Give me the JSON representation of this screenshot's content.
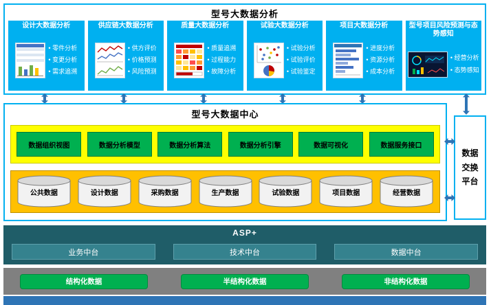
{
  "colors": {
    "panel_cyan": "#00B0F0",
    "border_blue": "#00B0F0",
    "arrow_blue": "#2E74B5",
    "yellow_band": "#FFFF00",
    "orange_band": "#FFC000",
    "green_box": "#00B050",
    "asp_background": "#1F5D68",
    "asp_box_teal": "#35828E",
    "gray_band": "#808080",
    "bottom_bar_blue": "#2E74B5"
  },
  "analysis": {
    "title": "型号大数据分析",
    "panels": [
      {
        "title": "设计大数据分析",
        "items": [
          "零件分析",
          "变更分析",
          "需求追溯"
        ]
      },
      {
        "title": "供应链大数据分析",
        "items": [
          "供方评价",
          "价格预测",
          "风险预测"
        ]
      },
      {
        "title": "质量大数据分析",
        "items": [
          "质量追溯",
          "过程能力",
          "故障分析"
        ]
      },
      {
        "title": "试验大数据分析",
        "items": [
          "试验分析",
          "试验评价",
          "试验鉴定"
        ]
      },
      {
        "title": "项目大数据分析",
        "items": [
          "进度分析",
          "资源分析",
          "成本分析"
        ]
      },
      {
        "title": "型号项目风险预测与态势感知",
        "items": [
          "经营分析",
          "态势感知"
        ]
      }
    ]
  },
  "data_center": {
    "title": "型号大数据中心",
    "capabilities": [
      "数据组织视图",
      "数据分析模型",
      "数据分析算法",
      "数据分析引擎",
      "数据可视化",
      "数据服务接口"
    ],
    "databases": [
      "公共数据",
      "设计数据",
      "采购数据",
      "生产数据",
      "试验数据",
      "项目数据",
      "经营数据"
    ],
    "exchange_platform": "数据交换平台"
  },
  "asp": {
    "title": "ASP+",
    "platforms": [
      "业务中台",
      "技术中台",
      "数据中台"
    ]
  },
  "data_sources": {
    "types": [
      "结构化数据",
      "半结构化数据",
      "非结构化数据"
    ]
  }
}
